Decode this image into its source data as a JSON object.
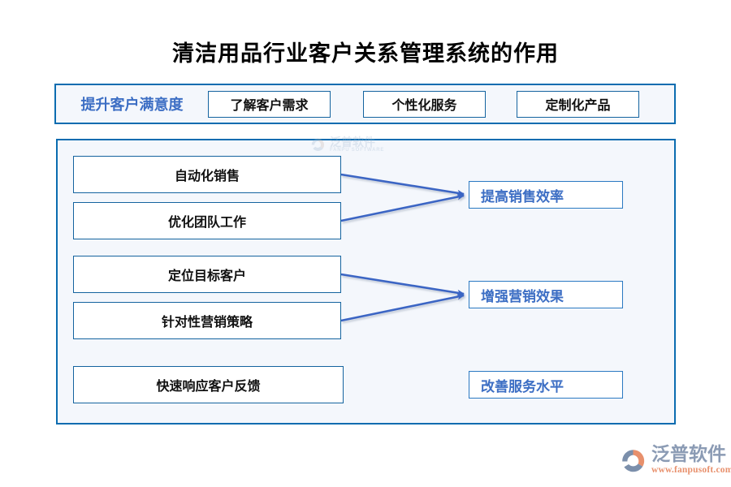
{
  "page": {
    "title": "清洁用品行业客户关系管理系统的作用"
  },
  "top_band": {
    "label": "提升客户满意度",
    "boxes": [
      {
        "label": "了解客户需求"
      },
      {
        "label": "个性化服务"
      },
      {
        "label": "定制化产品"
      }
    ]
  },
  "diagram": {
    "sources": [
      {
        "label": "自动化销售"
      },
      {
        "label": "优化团队工作"
      },
      {
        "label": "定位目标客户"
      },
      {
        "label": "针对性营销策略"
      },
      {
        "label": "快速响应客户反馈"
      }
    ],
    "results": [
      {
        "label": "提高销售效率"
      },
      {
        "label": "增强营销效果"
      },
      {
        "label": "改善服务水平"
      }
    ],
    "arrows": [
      {
        "from": "自动化销售",
        "to": "提高销售效率"
      },
      {
        "from": "优化团队工作",
        "to": "提高销售效率"
      },
      {
        "from": "定位目标客户",
        "to": "增强营销效果"
      },
      {
        "from": "针对性营销策略",
        "to": "增强营销效果"
      },
      {
        "from": "快速响应客户反馈",
        "to": "改善服务水平"
      }
    ]
  },
  "watermark": {
    "cn": "泛普软件",
    "en": "FANPU SOFTWARE"
  },
  "brand": {
    "name": "泛普软件",
    "url": "www.fanpusoft.com"
  },
  "colors": {
    "border_blue": "#0a6cb0",
    "box_border": "#14639f",
    "accent_blue": "#3c6ec4",
    "arrow_blue": "#3a65c4",
    "panel_bg": "#f4f7fc",
    "brand_gray": "#8b9bb4",
    "brand_orange": "#e8906c"
  }
}
